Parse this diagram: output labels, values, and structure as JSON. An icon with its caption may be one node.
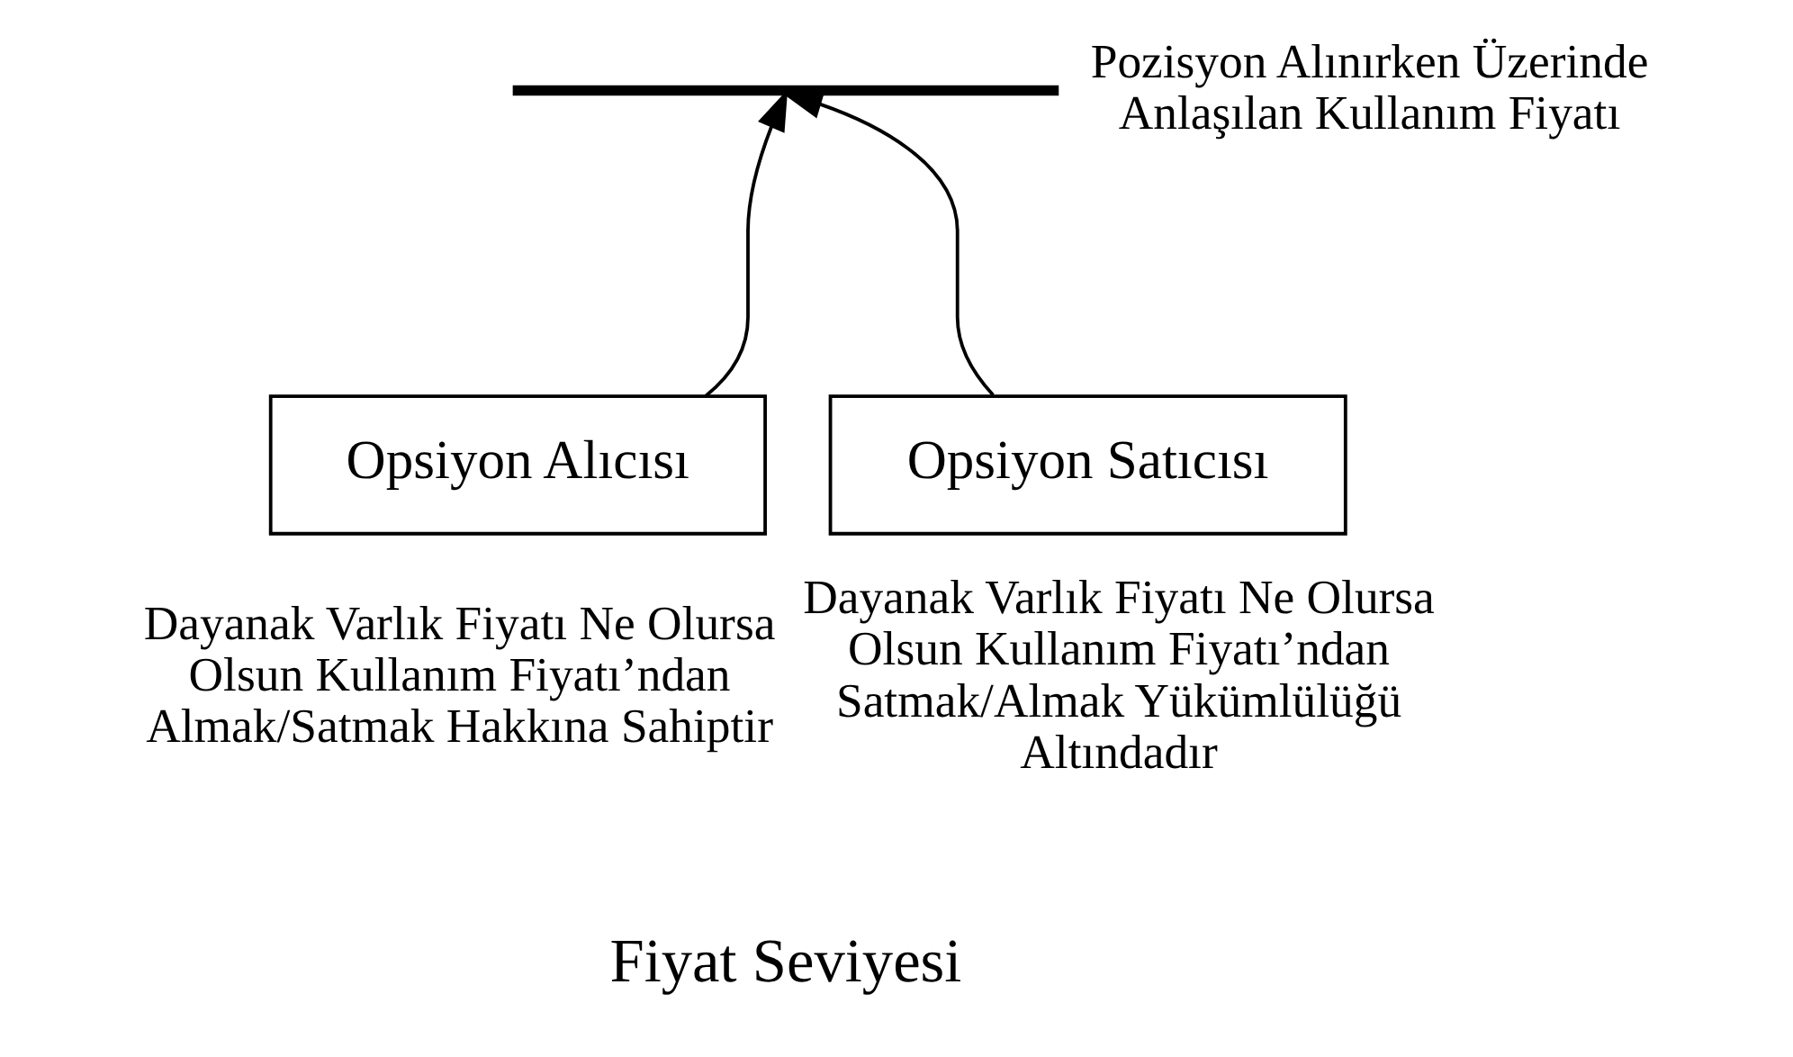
{
  "diagram": {
    "nodes": [
      {
        "text": [],
        "shape": "bar",
        "beside": [
          "Pozisyon Alınırken Üzerinde Anlaşılan Kullanım Fiyatı"
        ]
      },
      {
        "text": [
          "Opsiyon Alıcısı"
        ],
        "beside": [
          "Dayanak Varlık Fiyatı Ne Olursa Olsun Kullanım Fiyatı’ndan Almak/Satmak Hakkına Sahiptir"
        ]
      },
      {
        "text": [
          "Opsiyon Satıcısı"
        ],
        "beside": [
          "Dayanak Varlık Fiyatı Ne Olursa Olsun Kullanım Fiyatı’ndan Satmak/Almak Yükümlülüğü Altındadır"
        ]
      }
    ],
    "edges": [
      {
        "from": 1,
        "to": 0,
        "arrow": "to"
      },
      {
        "from": 2,
        "to": 0,
        "arrow": "to"
      }
    ],
    "labels": [
      "Fiyat Seviyesi"
    ]
  }
}
